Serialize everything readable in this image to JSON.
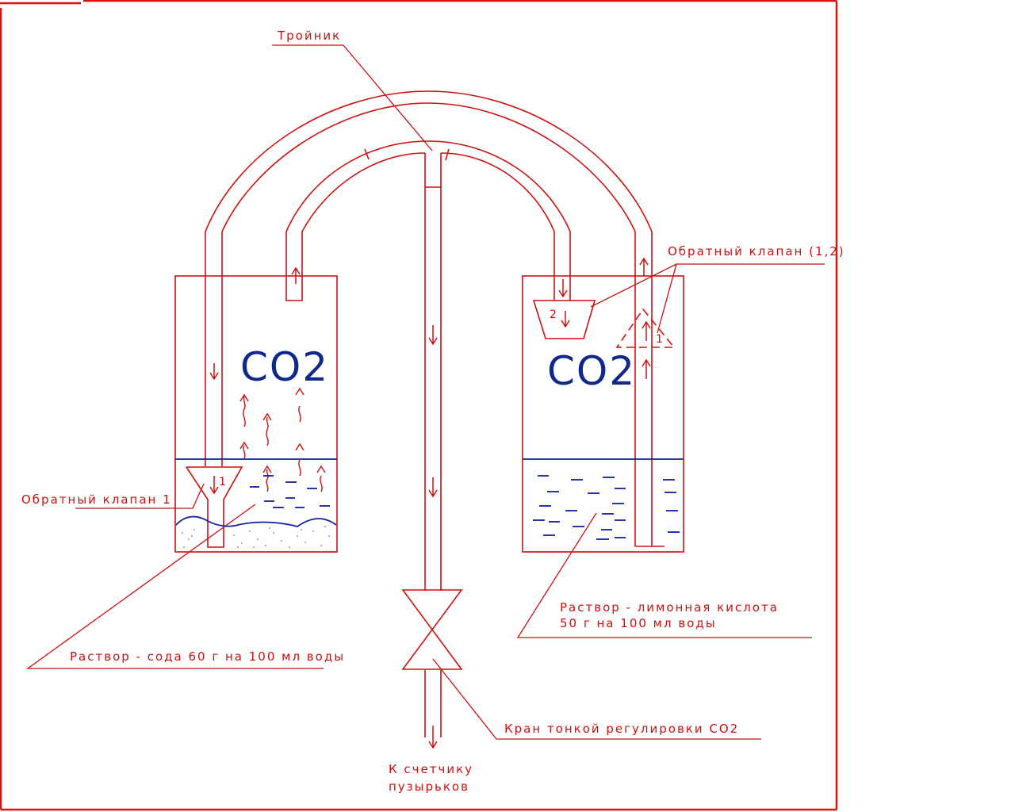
{
  "diagram": {
    "labels": {
      "tee": "Тройник",
      "check_valve_12": "Обратный клапан (1,2)",
      "check_valve_1": "Обратный клапан 1",
      "soda_solution": "Раствор - сода 60 г на 100 мл воды",
      "citric_line1": "Раствор - лимонная кислота",
      "citric_line2": "50 г на 100 мл воды",
      "fine_valve": "Кран тонкой регулировки СО2",
      "to_counter_line1": "К счетчику",
      "to_counter_line2": "пузырьков",
      "co2_left": "CO2",
      "co2_right": "CO2",
      "valve_num_1": "1",
      "valve_num_2": "2",
      "valve_num_1_dashed": "1"
    },
    "colors": {
      "line": "#cc1111",
      "water": "#1020a0",
      "co2_text": "#10288c",
      "frame": "#e01010"
    }
  }
}
